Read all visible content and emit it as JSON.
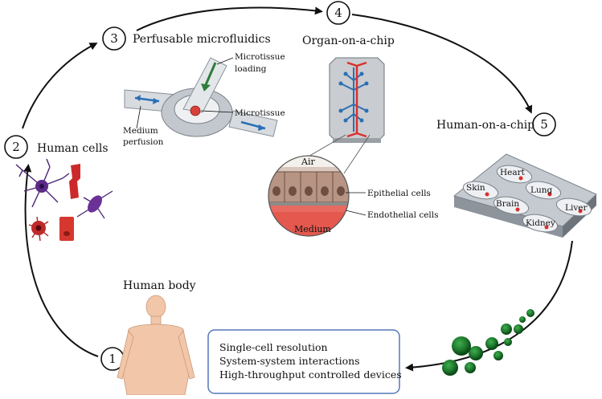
{
  "steps": [
    {
      "number": "1",
      "label": "Human body"
    },
    {
      "number": "2",
      "label": "Human cells"
    },
    {
      "number": "3",
      "label": "Perfusable microfluidics"
    },
    {
      "number": "4",
      "label": "Organ-on-a-chip"
    },
    {
      "number": "5",
      "label": "Human-on-a-chip"
    }
  ],
  "microfluidics": {
    "microtissue_loading_line1": "Microtissue",
    "microtissue_loading_line2": "loading",
    "microtissue": "Microtissue",
    "medium_perfusion_line1": "Medium",
    "medium_perfusion_line2": "perfusion"
  },
  "organ_chip": {
    "air": "Air",
    "medium": "Medium",
    "epithelial": "Epithelial cells",
    "endothelial": "Endothelial cells"
  },
  "human_chip_organs": [
    "Heart",
    "Skin",
    "Lung",
    "Brain",
    "Liver",
    "Kidney"
  ],
  "summary_box": {
    "line1": "Single-cell resolution",
    "line2": "System-system interactions",
    "line3": "High-throughput controlled devices"
  },
  "colors": {
    "box_border": "#5577bb",
    "chip_red": "#d9302c",
    "chip_blue": "#2a6fb5",
    "cell_purple": "#5b2a86",
    "cell_red": "#cc2a2a",
    "tissue_brown": "#b89484",
    "medium_red": "#e4584e",
    "skin": "#f2c6a8",
    "sphere_green": "#1f7a2e"
  }
}
